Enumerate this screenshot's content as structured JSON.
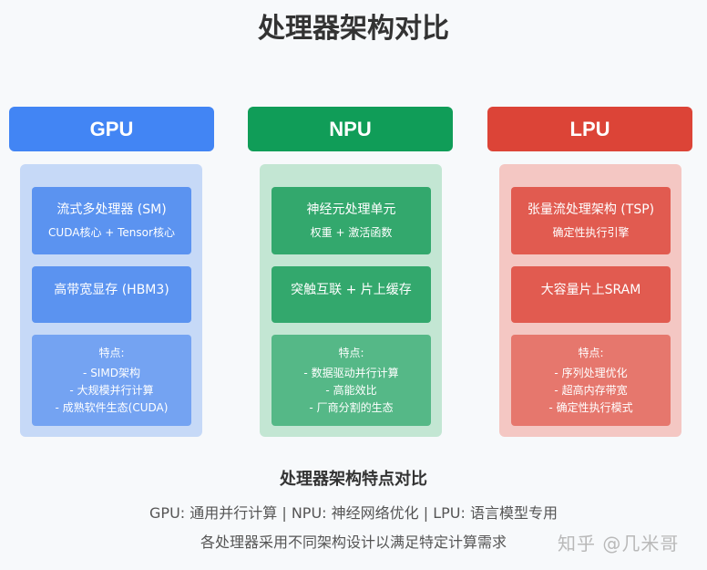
{
  "title": "处理器架构对比",
  "colors": {
    "background": "#f7f9fb",
    "gpu": {
      "header": "#4285f4",
      "panel": "#c6d9f7",
      "box": "#5b93f0",
      "feature_box": "#74a3f2"
    },
    "npu": {
      "header": "#109d58",
      "panel": "#c3e6d3",
      "box": "#33a86d",
      "feature_box": "#55b887"
    },
    "lpu": {
      "header": "#dc4437",
      "panel": "#f4c7c3",
      "box": "#e15b50",
      "feature_box": "#e6776d"
    }
  },
  "columns": [
    {
      "id": "gpu",
      "label": "GPU",
      "component1": {
        "title": "流式多处理器 (SM)",
        "subtitle": "CUDA核心 + Tensor核心"
      },
      "component2": {
        "title": "高带宽显存 (HBM3)"
      },
      "features": {
        "title": "特点:",
        "items": [
          "- SIMD架构",
          "- 大规模并行计算",
          "- 成熟软件生态(CUDA)"
        ]
      }
    },
    {
      "id": "npu",
      "label": "NPU",
      "component1": {
        "title": "神经元处理单元",
        "subtitle": "权重 + 激活函数"
      },
      "component2": {
        "title": "突触互联 + 片上缓存"
      },
      "features": {
        "title": "特点:",
        "items": [
          "- 数据驱动并行计算",
          "- 高能效比",
          "- 厂商分割的生态"
        ]
      }
    },
    {
      "id": "lpu",
      "label": "LPU",
      "component1": {
        "title": "张量流处理架构 (TSP)",
        "subtitle": "确定性执行引擎"
      },
      "component2": {
        "title": "大容量片上SRAM"
      },
      "features": {
        "title": "特点:",
        "items": [
          "- 序列处理优化",
          "- 超高内存带宽",
          "- 确定性执行模式"
        ]
      }
    }
  ],
  "summary": {
    "title": "处理器架构特点对比",
    "line": "GPU: 通用并行计算 | NPU: 神经网络优化 | LPU: 语言模型专用",
    "note": "各处理器采用不同架构设计以满足特定计算需求"
  },
  "watermark": "知乎 @几米哥"
}
